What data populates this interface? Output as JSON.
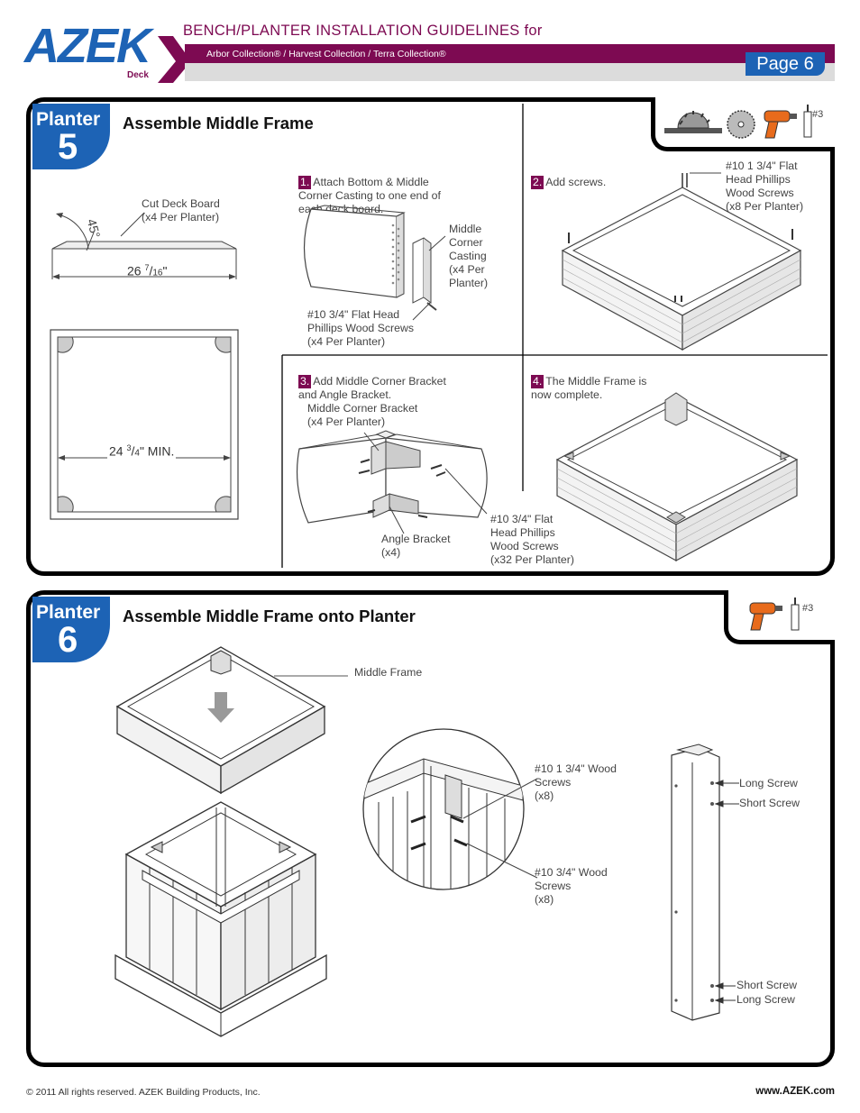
{
  "header": {
    "brand": "AZEK",
    "brand_sub": "Deck",
    "title": "BENCH/PLANTER INSTALLATION GUIDELINES for",
    "collections": "Arbor Collection® / Harvest Collection / Terra Collection®",
    "page": "Page 6"
  },
  "step5": {
    "tab_word": "Planter",
    "tab_number": "5",
    "title": "Assemble Middle Frame",
    "tools": {
      "bit_label": "#3"
    },
    "cut": {
      "label": "Cut Deck Board\n(x4 Per Planter)",
      "angle": "45°",
      "length_whole": "26",
      "length_num": "7",
      "length_den": "16",
      "length_suffix": "\""
    },
    "square": {
      "min_whole": "24",
      "min_num": "3",
      "min_den": "4",
      "min_suffix": "\" MIN."
    },
    "s1": {
      "num": "1.",
      "text": "Attach Bottom & Middle\nCorner Casting to one end of\neach deck board.",
      "casting": "Middle\nCorner\nCasting\n(x4 Per\nPlanter)",
      "screws": "#10 3/4\" Flat Head\nPhillips Wood Screws\n(x4 Per Planter)"
    },
    "s2": {
      "num": "2.",
      "text": "Add screws.",
      "screws": "#10  1  3/4\" Flat\nHead Phillips\nWood Screws\n(x8 Per Planter)"
    },
    "s3": {
      "num": "3.",
      "text": "Add Middle Corner Bracket\nand Angle Bracket.",
      "bracket": "Middle Corner Bracket\n(x4 Per Planter)",
      "angle": "Angle Bracket\n(x4)",
      "screws": "#10 3/4\" Flat\nHead Phillips\nWood Screws\n(x32 Per Planter)"
    },
    "s4": {
      "num": "4.",
      "text": "The Middle Frame is\nnow complete."
    }
  },
  "step6": {
    "tab_word": "Planter",
    "tab_number": "6",
    "title": "Assemble Middle Frame onto Planter",
    "tools": {
      "bit_label": "#3"
    },
    "middle_frame": "Middle Frame",
    "screws_long": "#10  1  3/4\"  Wood\nScrews\n(x8)",
    "screws_short": "#10  3/4\"  Wood\nScrews\n(x8)",
    "long_screw_top": "Long Screw",
    "short_screw_top": "Short Screw",
    "short_screw_bot": "Short Screw",
    "long_screw_bot": "Long Screw"
  },
  "footer": {
    "copyright": "© 2011  All rights reserved.  AZEK Building Products, Inc.",
    "website": "www.AZEK.com"
  },
  "colors": {
    "accent": "#7d0a52",
    "blue": "#1d63b5",
    "gray": "#dcdcdc"
  }
}
